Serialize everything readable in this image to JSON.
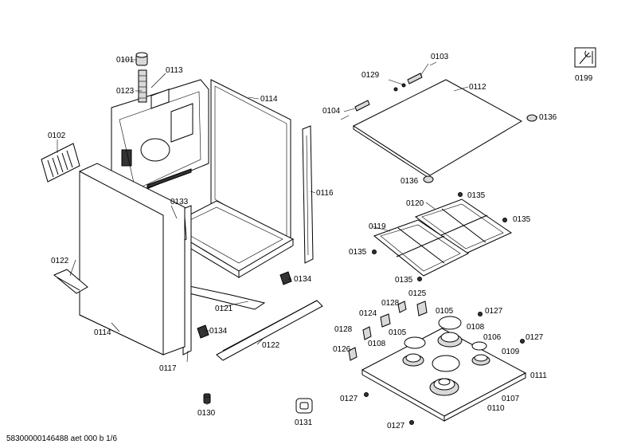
{
  "footer": {
    "document_id": "58300000146488 aet 000 b 1/6"
  },
  "labels": {
    "p0101": "0101",
    "p0102": "0102",
    "p0103": "0103",
    "p0104": "0104",
    "p0105a": "0105",
    "p0105b": "0105",
    "p0106": "0106",
    "p0107": "0107",
    "p0108a": "0108",
    "p0108b": "0108",
    "p0109": "0109",
    "p0110": "0110",
    "p0111": "0111",
    "p0112": "0112",
    "p0113": "0113",
    "p0114a": "0114",
    "p0114b": "0114",
    "p0116": "0116",
    "p0117": "0117",
    "p0119": "0119",
    "p0120": "0120",
    "p0121": "0121",
    "p0122a": "0122",
    "p0122b": "0122",
    "p0123": "0123",
    "p0124": "0124",
    "p0125": "0125",
    "p0126": "0126",
    "p0127a": "0127",
    "p0127b": "0127",
    "p0127c": "0127",
    "p0127d": "0127",
    "p0128a": "0128",
    "p0128b": "0128",
    "p0129": "0129",
    "p0130": "0130",
    "p0131": "0131",
    "p0133": "0133",
    "p0134a": "0134",
    "p0134b": "0134",
    "p0135a": "0135",
    "p0135b": "0135",
    "p0135c": "0135",
    "p0135d": "0135",
    "p0136a": "0136",
    "p0136b": "0136",
    "p0199": "0199"
  },
  "icons": {
    "service_icon": "wrench-screwdriver-icon"
  }
}
